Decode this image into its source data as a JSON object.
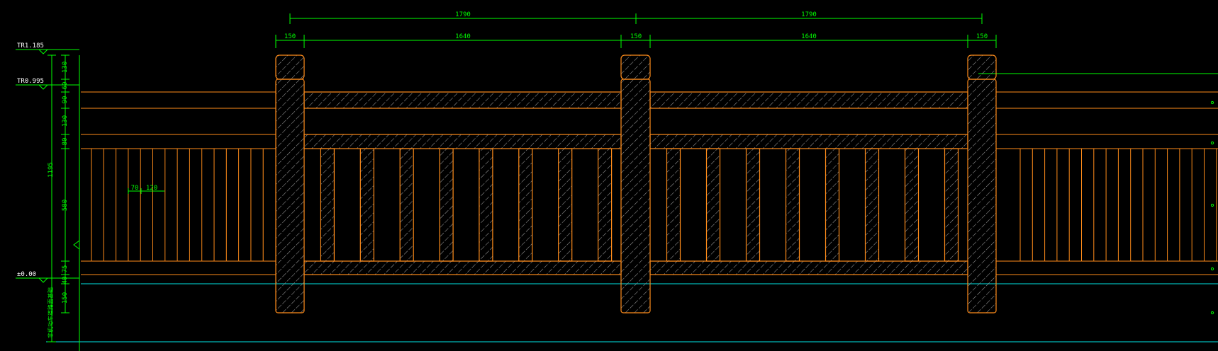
{
  "colors": {
    "background": "#000000",
    "dimension": "#00ff00",
    "outline": "#ff8c1a",
    "hatch": "#9a9a9a",
    "ground": "#00e5e5",
    "level_text": "#ffffff"
  },
  "top_dims": {
    "bay_spans": [
      "1790",
      "1790"
    ],
    "segments": [
      "150",
      "1640",
      "150",
      "1640",
      "150"
    ]
  },
  "levels": {
    "top": "TR1.185",
    "rail": "TR0.995",
    "ground": "±0.00"
  },
  "left_dims": {
    "chain": [
      "130",
      "60",
      "90",
      "130",
      "80",
      "580",
      "75",
      "40",
      "150"
    ],
    "overall": "1195",
    "note": "非机动车道路面基础"
  },
  "picket_dims": [
    "70",
    "120"
  ]
}
